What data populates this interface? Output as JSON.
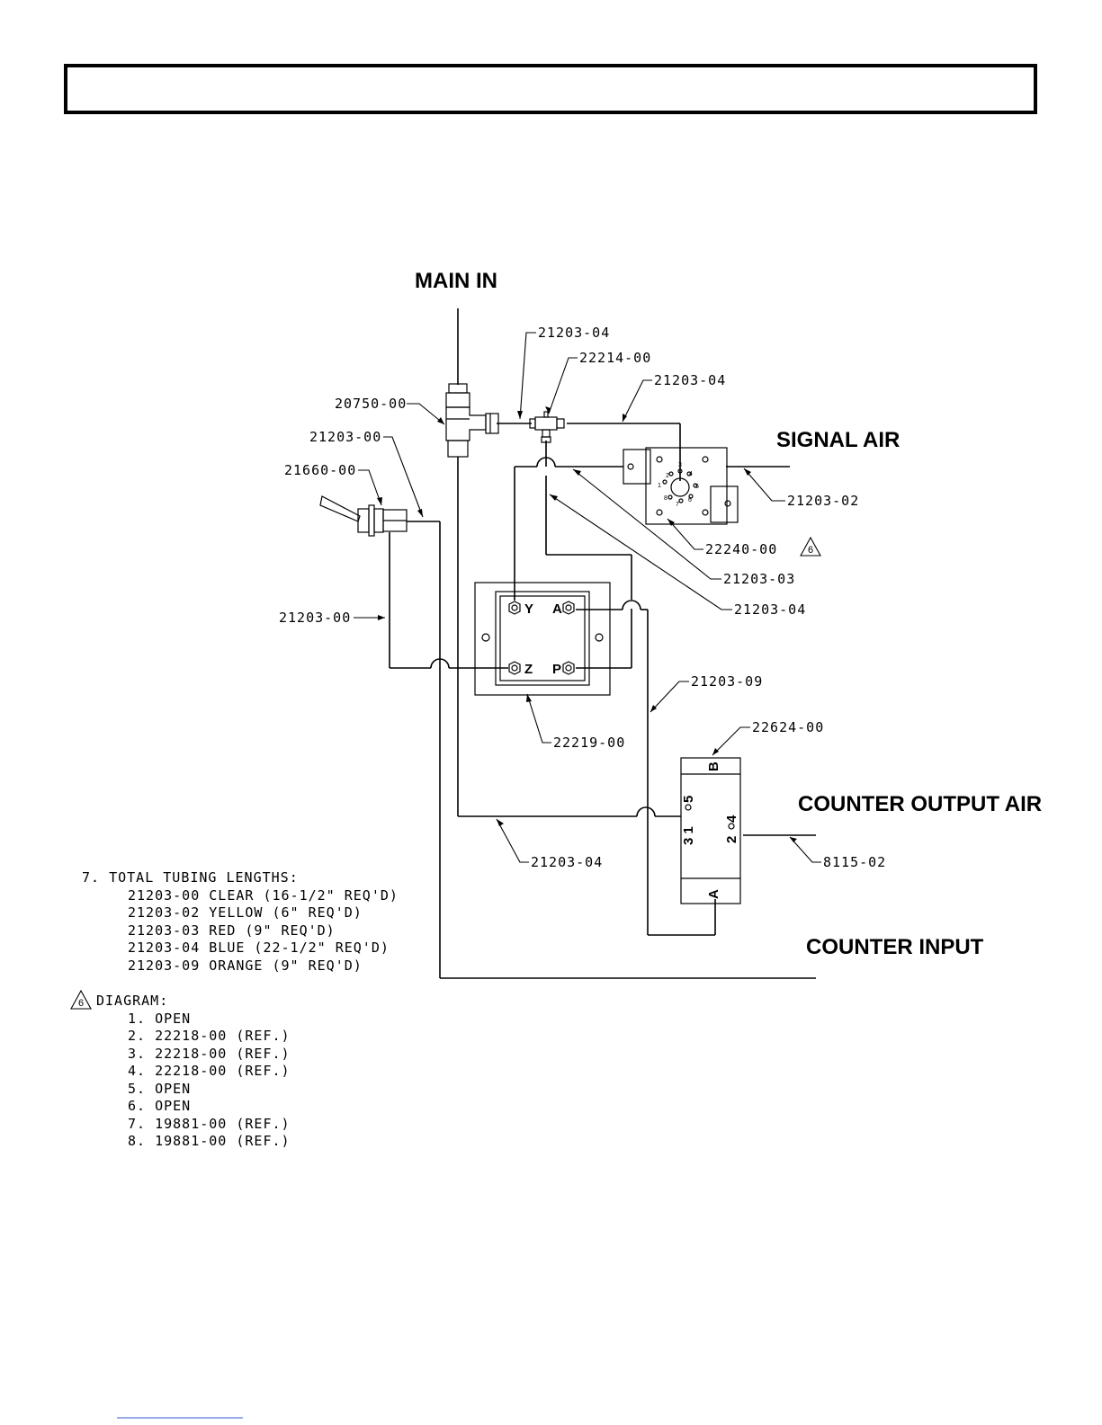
{
  "headers": {
    "main_in": "MAIN IN",
    "signal_air": "SIGNAL AIR",
    "counter_output_air": "COUNTER OUTPUT AIR",
    "counter_input": "COUNTER INPUT"
  },
  "parts": {
    "tube_top_1": "21203-04",
    "tee": "22214-00",
    "tube_top_2": "21203-04",
    "elbow": "20750-00",
    "tube_clear_1": "21203-00",
    "toggle": "21660-00",
    "tube_yellow": "21203-02",
    "relay_base": "22240-00",
    "tube_red": "21203-03",
    "tube_blue_1": "21203-04",
    "tube_clear_2": "21203-00",
    "tube_orange": "21203-09",
    "manifold": "22219-00",
    "valve": "22624-00",
    "tube_blue_2": "21203-04",
    "fitting_out": "8115-02"
  },
  "callout_flag": "6",
  "manifold_ports": {
    "y": "Y",
    "a": "A",
    "z": "Z",
    "p": "P"
  },
  "valve_ports": {
    "b": "B",
    "a": "A",
    "p31": "3 1",
    "p5": "5",
    "p2": "2",
    "p4": "4"
  },
  "relay_pins": [
    "1",
    "2",
    "3",
    "4",
    "5",
    "6",
    "7",
    "8"
  ],
  "notes": {
    "tubing_title": "7. TOTAL TUBING LENGTHS:",
    "tubing": [
      "21203-00 CLEAR (16-1/2\" REQ'D)",
      "21203-02 YELLOW (6\" REQ'D)",
      "21203-03 RED (9\" REQ'D)",
      "21203-04 BLUE (22-1/2\" REQ'D)",
      "21203-09 ORANGE (9\" REQ'D)"
    ],
    "diagram_title": "DIAGRAM:",
    "diagram": [
      "1. OPEN",
      "2. 22218-00 (REF.)",
      "3. 22218-00 (REF.)",
      "4. 22218-00 (REF.)",
      "5. OPEN",
      "6. OPEN",
      "7. 19881-00 (REF.)",
      "8. 19881-00 (REF.)"
    ]
  }
}
